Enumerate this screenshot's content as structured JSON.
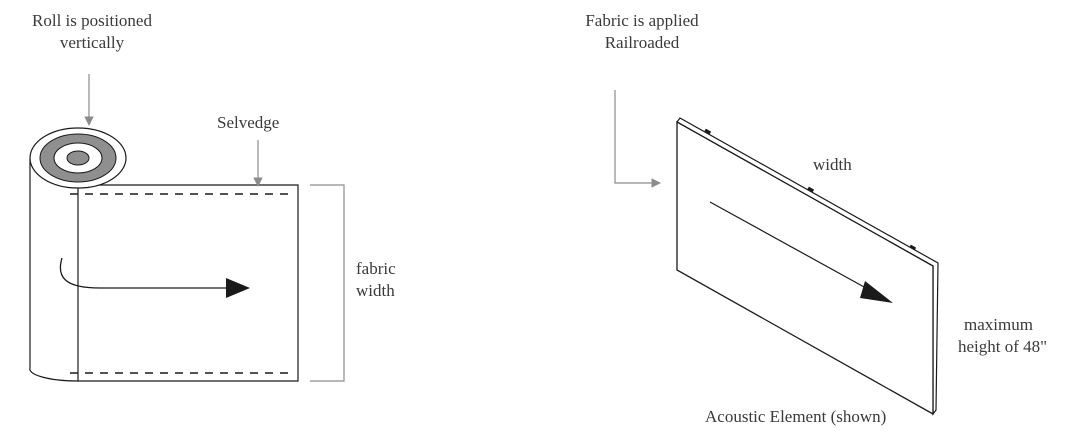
{
  "left_diagram": {
    "roll_label": [
      "Roll is positioned",
      "vertically"
    ],
    "selvedge_label": "Selvedge",
    "fabric_width_label": [
      "fabric",
      "width"
    ]
  },
  "right_diagram": {
    "applied_label": [
      "Fabric is applied",
      "Railroaded"
    ],
    "width_label": "width",
    "max_height_label": [
      "maximum",
      "height of 48\""
    ],
    "caption": "Acoustic Element (shown)"
  },
  "colors": {
    "line": "#1a1a1a",
    "callout_arrow": "#8c8c8c",
    "roll_ring": "#8f8f8f",
    "text": "#3a3a3a"
  }
}
